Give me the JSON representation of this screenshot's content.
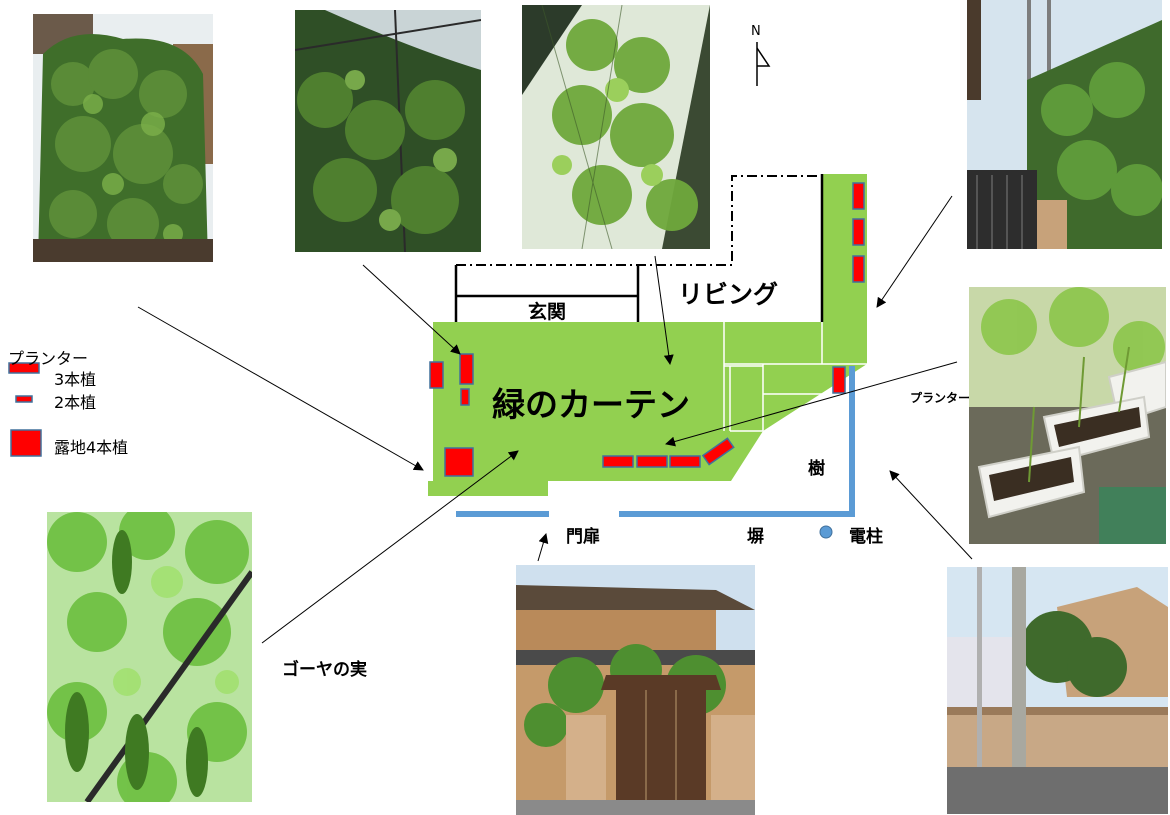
{
  "north": "N",
  "rooms": {
    "entrance": "玄関",
    "living": "リビング"
  },
  "title": "緑のカーテン",
  "legend": {
    "header": "プランター",
    "planter3": "3本植",
    "planter2": "2本植",
    "ground4": "露地4本植"
  },
  "labels": {
    "gate": "門扉",
    "wall": "塀",
    "pole": "電柱",
    "tree": "樹",
    "planter_photo": "プランター",
    "bitter_melon_fruit": "ゴーヤの実"
  },
  "colors": {
    "garden": "#92d050",
    "planter": "#ff0000",
    "wall": "#5b9bd5",
    "outline": "#000000"
  }
}
